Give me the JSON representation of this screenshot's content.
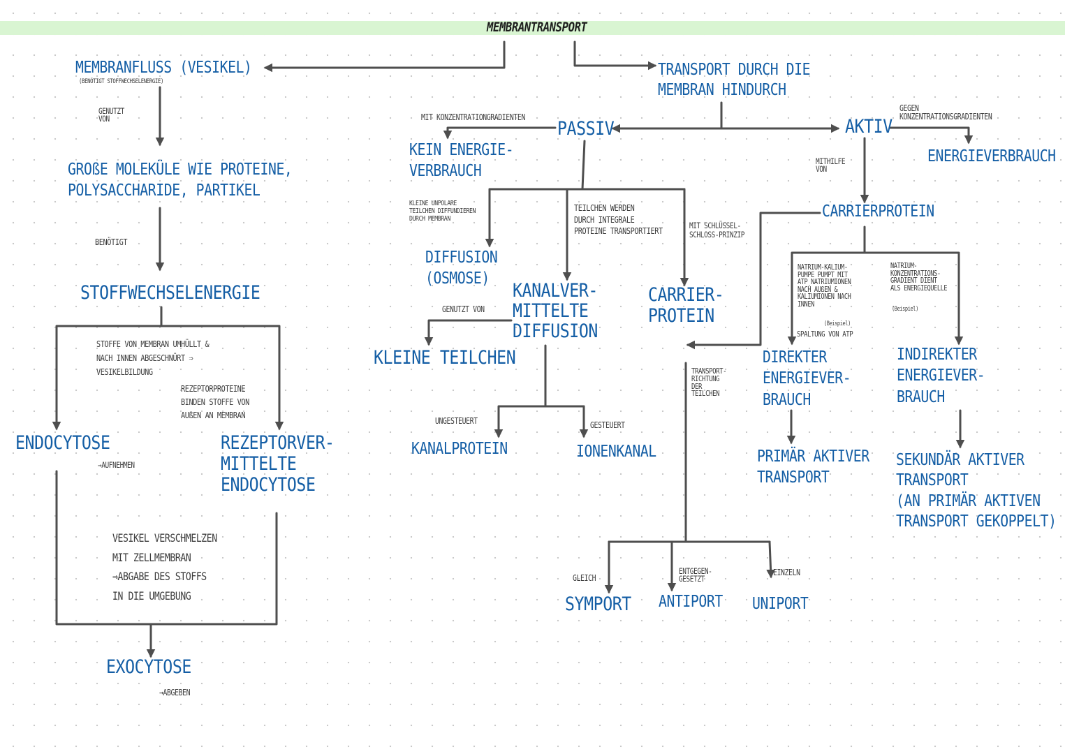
{
  "title": "MEMBRANTRANSPORT",
  "nodes": {
    "membranfluss": "MEMBRANFLUSS (VESIKEL)",
    "grosse_molekuele": "GROßE MOLEKÜLE WIE PROTEINE,\nPOLYSACCHARIDE, PARTIKEL",
    "stoffwechselenergie": "STOFFWECHSELENERGIE",
    "endocytose": "ENDOCYTOSE",
    "rezeptor_endocytose": "REZEPTORVER-\nMITTELTE\nENDOCYTOSE",
    "exocytose": "EXOCYTOSE",
    "transport_durch": "TRANSPORT DURCH DIE\nMEMBRAN HINDURCH",
    "passiv": "PASSIV",
    "aktiv": "AKTIV",
    "kein_energie": "KEIN ENERGIE-\nVERBRAUCH",
    "energieverbrauch": "ENERGIEVERBRAUCH",
    "diffusion": "DIFFUSION\n(OSMOSE)",
    "kanal_diffusion": "KANALVER-\nMITTELTE\nDIFFUSION",
    "carrier_protein_passiv": "CARRIER-\nPROTEIN",
    "kleine_teilchen": "KLEINE TEILCHEN",
    "kanalprotein": "KANALPROTEIN",
    "ionenkanal": "IONENKANAL",
    "carrier_protein_aktiv": "CARRIERPROTEIN",
    "direkter": "DIREKTER\nENERGIEVER-\nBRAUCH",
    "indirekter": "INDIREKTER\nENERGIEVER-\nBRAUCH",
    "primaer": "PRIMÄR AKTIVER\nTRANSPORT",
    "sekundaer": "SEKUNDÄR AKTIVER\nTRANSPORT\n(AN PRIMÄR AKTIVEN\nTRANSPORT GEKOPPELT)",
    "symport": "SYMPORT",
    "antiport": "ANTIPORT",
    "uniport": "UNIPORT"
  },
  "notes": {
    "benoetigt_stoffwechselenergie": "(BENÖTIGT STOFFWECHSELENERGIE)",
    "genutzt_von_1": "GENUTZT\nVON",
    "benoetigt": "BENÖTIGT",
    "stoffe_umhuellt": "STOFFE VON MEMBRAN UMHÜLLT &\nNACH INNEN ABGESCHNÜRT ⇒\nVESIKELBILDUNG",
    "rezeptorproteine": "REZEPTORPROTEINE\nBINDEN STOFFE VON\nAUßEN AN MEMBRAN",
    "aufnehmen": "→AUFNEHMEN",
    "vesikel_verschmelzen": "VESIKEL VERSCHMELZEN\nMIT ZELLMEMBRAN\n⇒ABGABE DES STOFFS\nIN DIE UMGEBUNG",
    "abgeben": "→ABGEBEN",
    "mit_konz": "MIT KONZENTRATIONGRADIENTEN",
    "gegen_konz": "GEGEN\nKONZENTRATIONSGRADIENTEN",
    "kleine_unpolare": "KLEINE UNPOLARE\nTEILCHEN DIFFUNDIEREN\nDURCH MEMBRAN",
    "teilchen_werden": "TEILCHEN WERDEN\nDURCH INTEGRALE\nPROTEINE TRANSPORTIERT",
    "schluessel": "MIT SCHLÜSSEL-\nSCHLOSS-PRINZIP",
    "mithilfe": "MITHILFE\nVON",
    "genutzt_von_2": "GENUTZT VON",
    "ungesteuert": "UNGESTEUERT",
    "gesteuert": "GESTEUERT",
    "natrium_kalium": "NATRIUM-KALIUM-\nPUMPE PUMPT MIT\nATP NATRIUMIONEN\nNACH AUßEN &\nKALIUMIONEN NACH\nINNEN",
    "beispiel_1": "(Beispiel)",
    "spaltung": "SPALTUNG VON ATP",
    "natrium_konz": "NATRIUM-\nKONZENTRATIONS-\nGRADIENT DIENT\nALS ENERGIEQUELLE",
    "beispiel_2": "(Beispiel)",
    "transportrichtung": "TRANSPORT-\nRICHTUNG\nDER\nTEILCHEN",
    "gleich": "GLEICH",
    "entgegengesetzt": "ENTGEGEN-\nGESETZT",
    "einzeln": "EINZELN"
  },
  "colors": {
    "node_text": "#145ea5",
    "note_text": "#3c3c3c",
    "line": "#4e4e4e",
    "title_band": "#d9f5d2"
  }
}
